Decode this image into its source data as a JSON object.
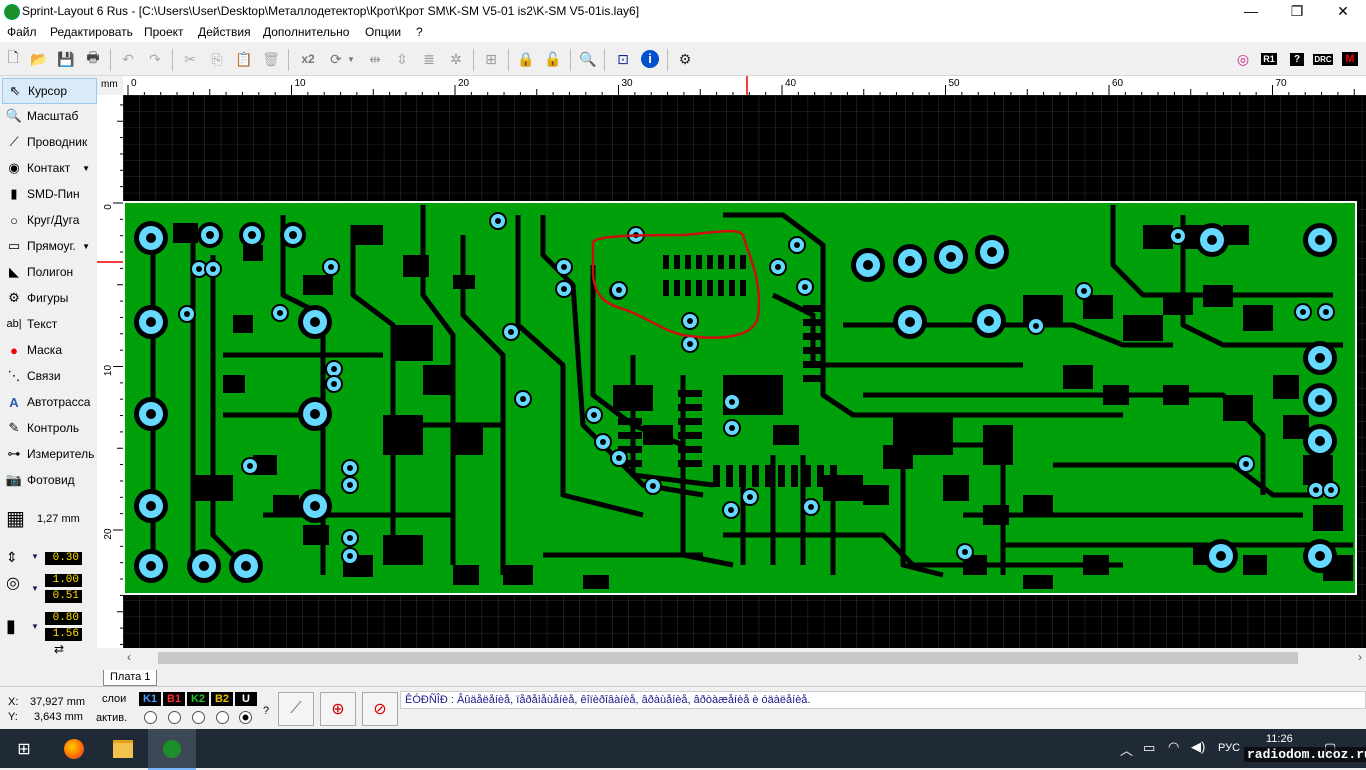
{
  "window": {
    "title": "Sprint-Layout 6 Rus - [C:\\Users\\User\\Desktop\\Металлодетектор\\Крот\\Крот SM\\K-SM V5-01 is2\\K-SM V5-01is.lay6]",
    "minimize": "—",
    "maximize": "❐",
    "close": "✕"
  },
  "menu": [
    "Файл",
    "Редактировать",
    "Проект",
    "Действия",
    "Дополнительно",
    "Опции",
    "?"
  ],
  "toolbar": {
    "zoom2_label": "x2",
    "right_badges": [
      "R1",
      "?",
      "DRC"
    ]
  },
  "tools": [
    {
      "label": "Курсор",
      "icon": "cursor-icon"
    },
    {
      "label": "Масштаб",
      "icon": "zoom-icon"
    },
    {
      "label": "Проводник",
      "icon": "track-icon"
    },
    {
      "label": "Контакт",
      "icon": "pad-icon"
    },
    {
      "label": "SMD-Пин",
      "icon": "smd-icon"
    },
    {
      "label": "Круг/Дуга",
      "icon": "circle-icon"
    },
    {
      "label": "Прямоуг.",
      "icon": "rect-icon"
    },
    {
      "label": "Полигон",
      "icon": "polygon-icon"
    },
    {
      "label": "Фигуры",
      "icon": "shapes-icon"
    },
    {
      "label": "Текст",
      "icon": "text-icon"
    },
    {
      "label": "Маска",
      "icon": "mask-icon"
    },
    {
      "label": "Связи",
      "icon": "connections-icon"
    },
    {
      "label": "Автотрасса",
      "icon": "autoroute-icon"
    },
    {
      "label": "Контроль",
      "icon": "test-icon"
    },
    {
      "label": "Измеритель",
      "icon": "measure-icon"
    },
    {
      "label": "Фотовид",
      "icon": "photoview-icon"
    }
  ],
  "grid": {
    "value": "1,27 mm"
  },
  "params": {
    "track_width": "0.30",
    "pad_outer": "1.00",
    "pad_inner": "0.51",
    "smd_w": "0.80",
    "smd_h": "1.56"
  },
  "ruler": {
    "unit": "mm",
    "top_ticks": [
      "0",
      "10",
      "20",
      "30",
      "40",
      "50",
      "60",
      "70"
    ],
    "left_ticks": [
      "0",
      "10",
      "20"
    ]
  },
  "tabs": [
    "Плата 1"
  ],
  "status": {
    "x_label": "X:",
    "x_value": "37,927 mm",
    "y_label": "Y:",
    "y_value": "3,643 mm",
    "layers_label": "слои",
    "active_label": "актив.",
    "layers": [
      {
        "name": "K1",
        "color": "#4a9cff"
      },
      {
        "name": "B1",
        "color": "#ff3030"
      },
      {
        "name": "K2",
        "color": "#25c025"
      },
      {
        "name": "B2",
        "color": "#e8c000"
      },
      {
        "name": "U",
        "color": "#ffffff"
      }
    ],
    "help": "?",
    "message": "ÊÓÐÑÎÐ : Âûäåëåíèå, ïåðåìåùåíèå, êîïèðîâàíèå, âðàùåíèå, âðòàæåíèå è óäàëåíèå."
  },
  "taskbar": {
    "lang": "РУС",
    "time": "11:26",
    "watermark": "radiodom.ucoz.ru"
  },
  "colors": {
    "board": "#00a00a",
    "pad": "#66d9ff",
    "highlight": "#cc0000"
  }
}
